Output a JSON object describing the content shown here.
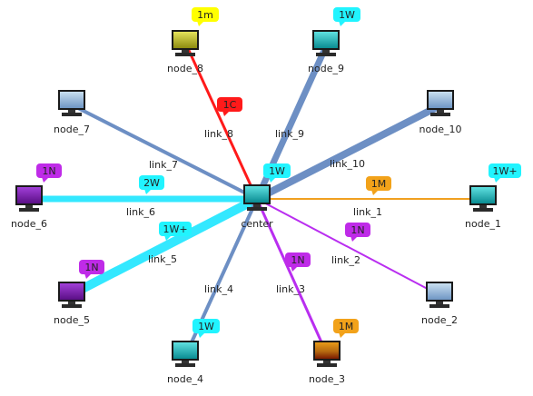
{
  "colors": {
    "link_blue": "#6d8fc4",
    "link_cyan": "#33e8ff",
    "link_red": "#ff1a1a",
    "link_orange": "#f0a020",
    "link_purple": "#b92ef0",
    "badge_cyan": "#21f4ff",
    "badge_purple": "#bf2be8",
    "badge_orange": "#f2a21a",
    "badge_yellow": "#ffff00",
    "badge_red": "#ff1a1a"
  },
  "nodes": {
    "center": {
      "name": "center",
      "icon": "computer-icon-teal",
      "badge": "1W",
      "badge_color": "cyan"
    },
    "node_1": {
      "name": "node_1",
      "icon": "computer-icon-teal",
      "badge": "1W+",
      "badge_color": "cyan"
    },
    "node_2": {
      "name": "node_2",
      "icon": "computer-icon-gray",
      "badge": "",
      "badge_color": ""
    },
    "node_3": {
      "name": "node_3",
      "icon": "computer-icon-orange",
      "badge": "1M",
      "badge_color": "orange"
    },
    "node_4": {
      "name": "node_4",
      "icon": "computer-icon-teal",
      "badge": "1W",
      "badge_color": "cyan"
    },
    "node_5": {
      "name": "node_5",
      "icon": "computer-icon-purple",
      "badge": "1N",
      "badge_color": "purple"
    },
    "node_6": {
      "name": "node_6",
      "icon": "computer-icon-purple",
      "badge": "1N",
      "badge_color": "purple"
    },
    "node_7": {
      "name": "node_7",
      "icon": "computer-icon-gray",
      "badge": "",
      "badge_color": ""
    },
    "node_8": {
      "name": "node_8",
      "icon": "computer-icon-yellow",
      "badge": "1m",
      "badge_color": "yellow"
    },
    "node_9": {
      "name": "node_9",
      "icon": "computer-icon-teal",
      "badge": "1W",
      "badge_color": "cyan"
    },
    "node_10": {
      "name": "node_10",
      "icon": "computer-icon-gray",
      "badge": "",
      "badge_color": ""
    }
  },
  "links": {
    "link_1": {
      "name": "link_1",
      "badge": "1M",
      "badge_color": "orange",
      "color": "orange"
    },
    "link_2": {
      "name": "link_2",
      "badge": "1N",
      "badge_color": "purple",
      "color": "purple"
    },
    "link_3": {
      "name": "link_3",
      "badge": "1N",
      "badge_color": "purple",
      "color": "purple"
    },
    "link_4": {
      "name": "link_4",
      "badge": "",
      "badge_color": "",
      "color": "blue"
    },
    "link_5": {
      "name": "link_5",
      "badge": "1W+",
      "badge_color": "cyan",
      "color": "cyan"
    },
    "link_6": {
      "name": "link_6",
      "badge": "2W",
      "badge_color": "cyan",
      "color": "cyan"
    },
    "link_7": {
      "name": "link_7",
      "badge": "",
      "badge_color": "",
      "color": "blue"
    },
    "link_8": {
      "name": "link_8",
      "badge": "1C",
      "badge_color": "red",
      "color": "red"
    },
    "link_9": {
      "name": "link_9",
      "badge": "",
      "badge_color": "",
      "color": "blue"
    },
    "link_10": {
      "name": "link_10",
      "badge": "",
      "badge_color": "",
      "color": "blue"
    }
  }
}
